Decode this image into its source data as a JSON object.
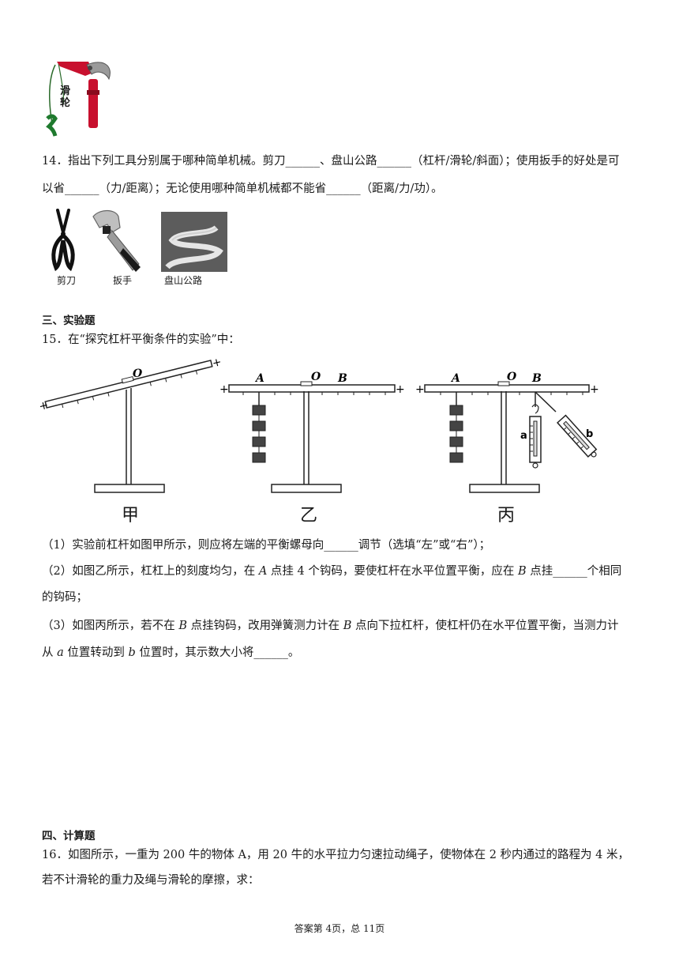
{
  "pruner_figure": {
    "label": "滑轮"
  },
  "q14": {
    "line1": "14．指出下列工具分别属于哪种简单机械。剪刀______、盘山公路______（杠杆/滑轮/斜面）；使用扳手的好处是可",
    "line2": "以省______（力/距离）；无论使用哪种简单机械都不能省______（距离/力/功）。",
    "captions": [
      "剪刀",
      "扳手",
      "盘山公路"
    ]
  },
  "section3": {
    "title": "三、实验题"
  },
  "q15": {
    "stem": "15．在“探究杠杆平衡条件的实验”中：",
    "fig_point_labels": {
      "O": "O",
      "A": "A",
      "B": "B",
      "a": "a",
      "b": "b"
    },
    "fig_captions": [
      "甲",
      "乙",
      "丙"
    ],
    "sub1": "（1）实验前杠杆如图甲所示，则应将左端的平衡螺母向______调节（选填“左”或“右”）；",
    "sub2_a": "（2）如图乙所示，杠杠上的刻度均匀，在 ",
    "sub2_A": "A",
    "sub2_b": " 点挂 4 个钩码，要使杠杆在水平位置平衡，应在 ",
    "sub2_B": "B",
    "sub2_c": " 点挂______个相同",
    "sub2_line2": "的钩码；",
    "sub3_a": "（3）如图丙所示，若不在 ",
    "sub3_B1": "B",
    "sub3_b": " 点挂钩码，改用弹簧测力计在 ",
    "sub3_B2": "B",
    "sub3_c": " 点向下拉杠杆，使杠杆仍在水平位置平衡，当测力计",
    "sub3_line2_a": "从 ",
    "sub3_a_var": "a",
    "sub3_line2_b": " 位置转动到 ",
    "sub3_b_var": "b",
    "sub3_line2_c": " 位置时，其示数大小将______。"
  },
  "section4": {
    "title": "四、计算题"
  },
  "q16": {
    "line1": "16．如图所示，一重为 200 牛的物体 A，用 20 牛的水平拉力匀速拉动绳子，使物体在 2 秒内通过的路程为 4 米，",
    "line2": "若不计滑轮的重力及绳与滑轮的摩擦，求："
  },
  "footer": {
    "page": "答案第 4页，总 11页"
  }
}
